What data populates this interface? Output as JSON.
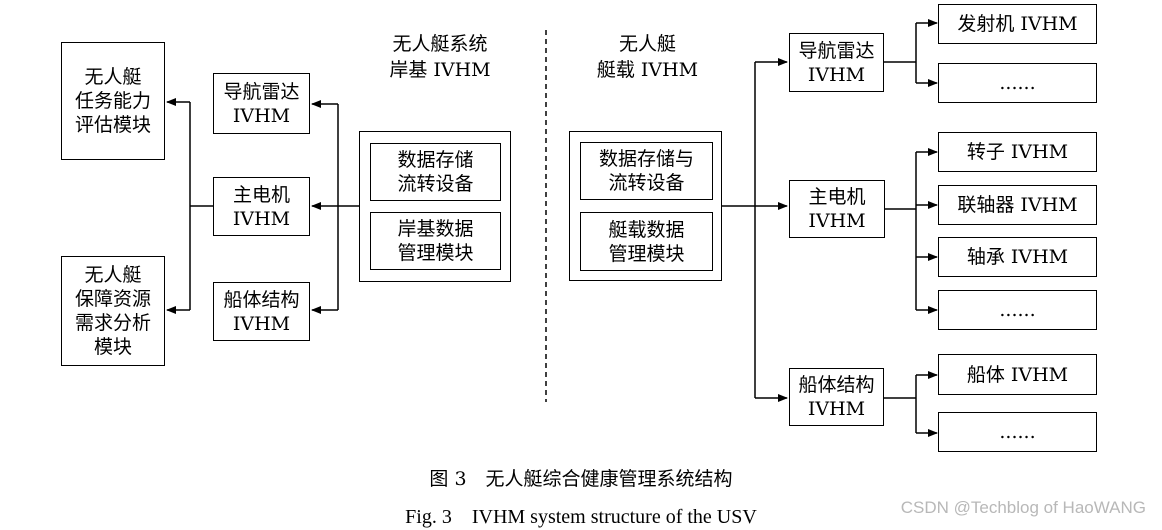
{
  "shore": {
    "title": "无人艇系统\n岸基 IVHM",
    "storage": "数据存储\n流转设备",
    "data_module": "岸基数据\n管理模块",
    "radar": "导航雷达\nIVHM",
    "motor": "主电机\nIVHM",
    "hull": "船体结构\nIVHM",
    "mission": "无人艇\n任务能力\n评估模块",
    "support": "无人艇\n保障资源\n需求分析\n模块"
  },
  "boat": {
    "title": "无人艇\n艇载 IVHM",
    "storage": "数据存储与\n流转设备",
    "data_module": "艇载数据\n管理模块",
    "radar": "导航雷达\nIVHM",
    "motor": "主电机\nIVHM",
    "hull": "船体结构\nIVHM",
    "transmitter": "发射机 IVHM",
    "rotor": "转子 IVHM",
    "coupling": "联轴器 IVHM",
    "bearing": "轴承 IVHM",
    "hull_sub": "船体 IVHM",
    "ellipsis": "......"
  },
  "caption": {
    "zh": "图 3　无人艇综合健康管理系统结构",
    "en": "Fig. 3　IVHM system structure of the USV"
  },
  "watermark": "CSDN @Techblog of HaoWANG"
}
